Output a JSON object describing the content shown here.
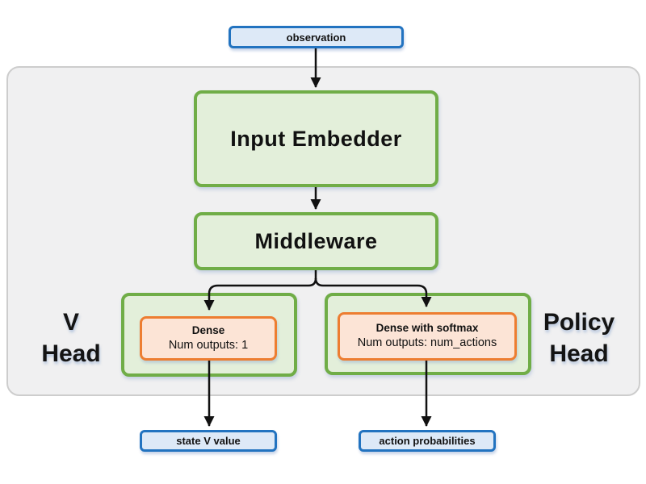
{
  "nodes": {
    "observation": "observation",
    "input_embedder": "Input Embedder",
    "middleware": "Middleware",
    "v_head_label": {
      "line1": "V",
      "line2": "Head"
    },
    "policy_head_label": {
      "line1": "Policy",
      "line2": "Head"
    },
    "dense": {
      "title": "Dense",
      "subtitle": "Num outputs: 1"
    },
    "dense_softmax": {
      "title": "Dense with softmax",
      "subtitle": "Num outputs: num_actions"
    },
    "state_v_value": "state V value",
    "action_probabilities": "action probabilities"
  },
  "colors": {
    "blue_border": "#2273c0",
    "blue_fill": "#dde9f7",
    "green_border": "#70ad47",
    "green_fill": "#e3efda",
    "orange_border": "#ed7d31",
    "orange_fill": "#fce4d6",
    "container_fill": "#f0f0f1",
    "container_border": "#cdcdcd",
    "arrow": "#111111"
  }
}
